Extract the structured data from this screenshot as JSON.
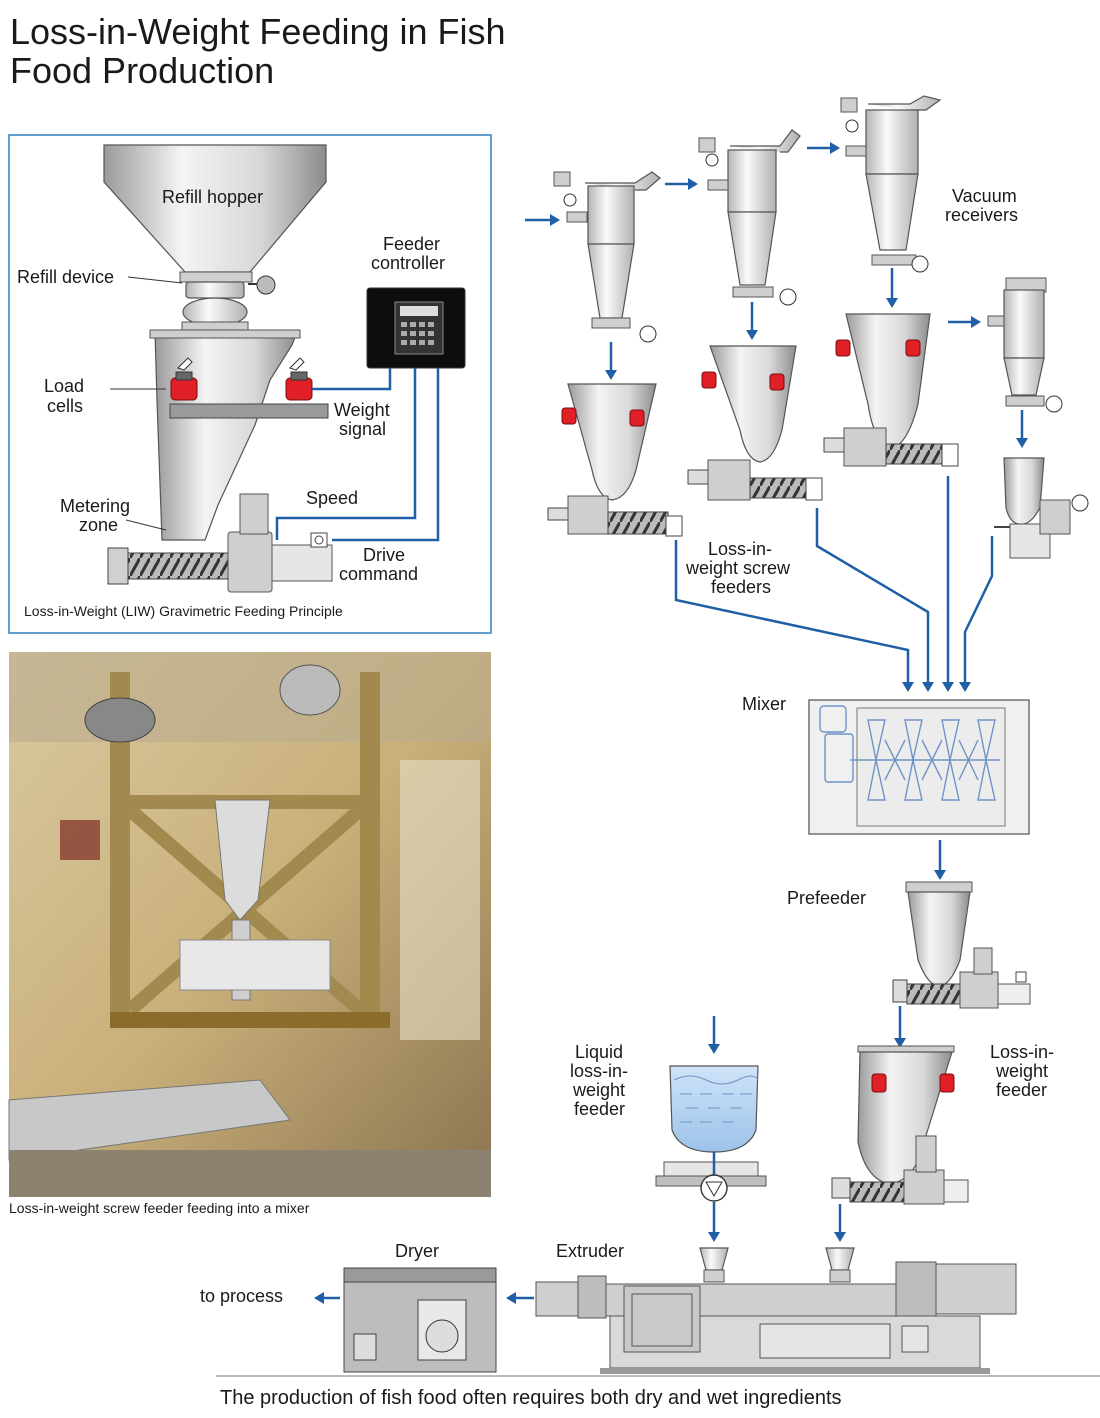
{
  "title": "Loss-in-Weight Feeding in Fish Food Production",
  "principle_panel": {
    "refill_hopper": "Refill hopper",
    "refill_device": "Refill device",
    "feeder_controller": [
      "Feeder",
      "controller"
    ],
    "load_cells": [
      "Load",
      "cells"
    ],
    "weight_signal": [
      "Weight",
      "signal"
    ],
    "speed": "Speed",
    "metering_zone": [
      "Metering",
      "zone"
    ],
    "drive_command": [
      "Drive",
      "command"
    ],
    "caption": "Loss-in-Weight (LIW) Gravimetric Feeding Principle"
  },
  "photo_caption": "Loss-in-weight screw feeder feeding into a mixer",
  "process": {
    "vacuum_receivers": [
      "Vacuum",
      "receivers"
    ],
    "liw_screw_feeders": [
      "Loss-in-",
      "weight screw",
      "feeders"
    ],
    "mixer": "Mixer",
    "prefeeder": "Prefeeder",
    "liquid_feeder": [
      "Liquid",
      "loss-in-",
      "weight",
      "feeder"
    ],
    "liw_feeder": [
      "Loss-in-",
      "weight",
      "feeder"
    ],
    "dryer": "Dryer",
    "extruder": "Extruder",
    "to_process": "to process"
  },
  "footer": "The production of fish food often requires both dry and wet ingredients",
  "colors": {
    "accent_blue": "#1f5fa6",
    "load_cell_red": "#e01f26",
    "panel_border": "#2f7fc1"
  }
}
